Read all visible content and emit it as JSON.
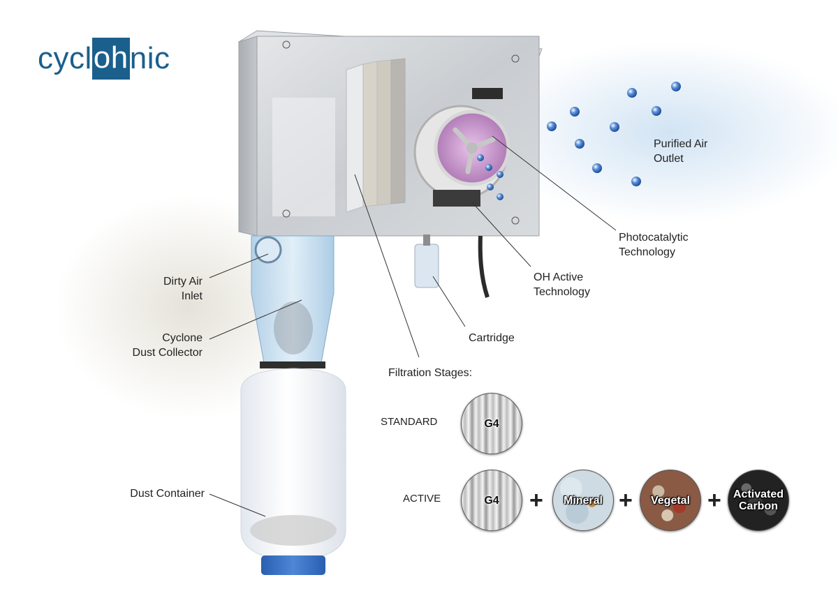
{
  "brand": {
    "logo_left": "cycl",
    "logo_box": "oh",
    "logo_right": "nic",
    "color": "#1b5f8c"
  },
  "callouts": {
    "purified_air": [
      "Purified Air",
      "Outlet"
    ],
    "photocatalytic": [
      "Photocatalytic",
      "Technology"
    ],
    "oh_active": [
      "OH Active",
      "Technology"
    ],
    "cartridge": [
      "Cartridge"
    ],
    "dirty_air": [
      "Dirty Air",
      "Inlet"
    ],
    "cyclone": [
      "Cyclone",
      "Dust Collector"
    ],
    "dust_container": [
      "Dust Container"
    ]
  },
  "filtration": {
    "title": "Filtration Stages:",
    "standard": {
      "label": "STANDARD",
      "filters": [
        "G4"
      ]
    },
    "active": {
      "label": "ACTIVE",
      "filters": [
        "G4",
        "Mineral",
        "Vegetal",
        "Activated Carbon"
      ],
      "join": "+"
    }
  },
  "colors": {
    "accent": "#1b5f8c",
    "airflow": "#dbe9f5",
    "molecule": "#2f62b3"
  }
}
